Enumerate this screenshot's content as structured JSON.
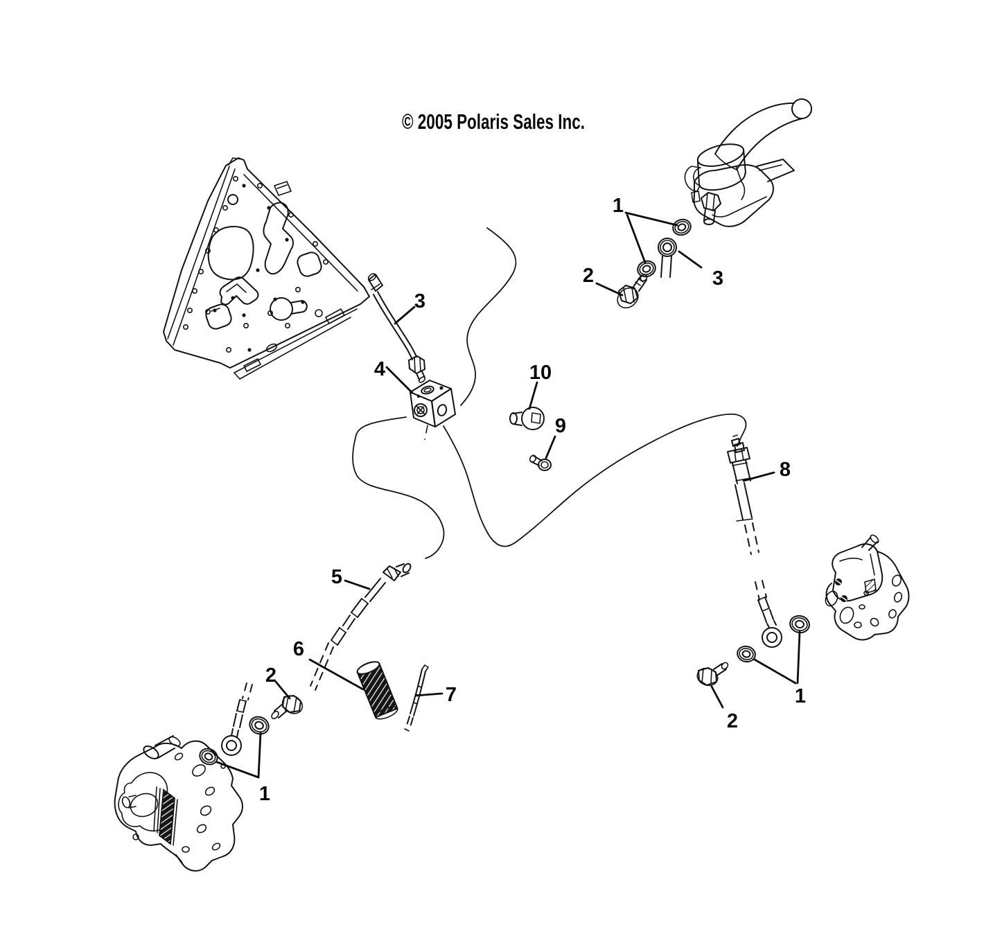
{
  "page": {
    "background_color": "#ffffff",
    "line_color": "#121212",
    "copyright": "© 2005 Polaris Sales Inc."
  },
  "diagram": {
    "kind": "exploded-parts-line-art",
    "callouts": [
      {
        "label": "1",
        "target": "sealing washers at master cylinder"
      },
      {
        "label": "2",
        "target": "banjo bolt at master cylinder"
      },
      {
        "label": "3",
        "target": "brake line eyelet at master cylinder"
      },
      {
        "label": "3",
        "target": "upper brake line"
      },
      {
        "label": "4",
        "target": "junction block"
      },
      {
        "label": "10",
        "target": "outlet fitting"
      },
      {
        "label": "9",
        "target": "bleed screw"
      },
      {
        "label": "8",
        "target": "right brake hose"
      },
      {
        "label": "5",
        "target": "left brake hose"
      },
      {
        "label": "6",
        "target": "spring"
      },
      {
        "label": "7",
        "target": "pin"
      },
      {
        "label": "2",
        "target": "banjo bolt at left caliper"
      },
      {
        "label": "1",
        "target": "sealing washers at left caliper"
      },
      {
        "label": "2",
        "target": "banjo bolt at right caliper"
      },
      {
        "label": "1",
        "target": "sealing washers at right caliper"
      }
    ]
  }
}
